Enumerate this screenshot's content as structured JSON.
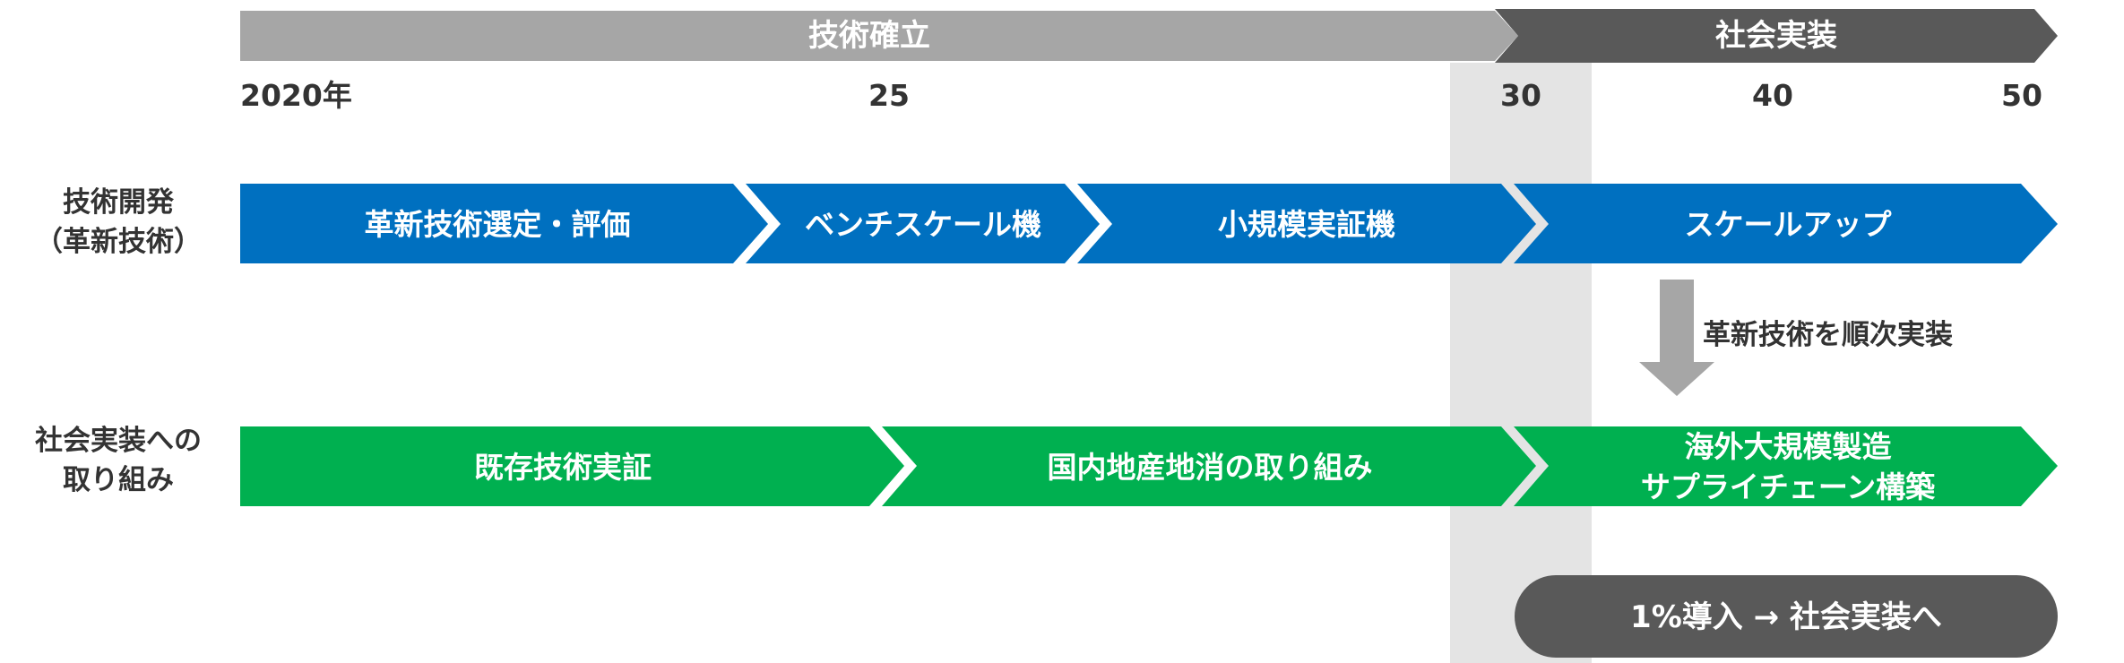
{
  "phases": {
    "establish": "技術確立",
    "implement": "社会実装"
  },
  "timeline": {
    "ticks": [
      "2020年",
      "25",
      "30",
      "40",
      "50"
    ]
  },
  "rows": {
    "tech": {
      "label_lines": [
        "技術開発",
        "（革新技術）"
      ],
      "steps": [
        "革新技術選定・評価",
        "ベンチスケール機",
        "小規模実証機",
        "スケールアップ"
      ]
    },
    "social": {
      "label_lines": [
        "社会実装への",
        "取り組み"
      ],
      "steps": [
        "既存技術実証",
        "国内地産地消の取り組み"
      ],
      "last_step_lines": [
        "海外大規模製造",
        "サプライチェーン構築"
      ]
    }
  },
  "transfer_note": "革新技術を順次実装",
  "goal_badge": "1%導入 → 社会実装へ",
  "colors": {
    "phase_establish": "#a6a6a6",
    "phase_implement": "#595959",
    "tech_arrow": "#0070c0",
    "social_arrow": "#00b050",
    "highlight_band": "#e4e4e4",
    "down_arrow": "#a6a6a6",
    "goal_badge": "#595959"
  }
}
